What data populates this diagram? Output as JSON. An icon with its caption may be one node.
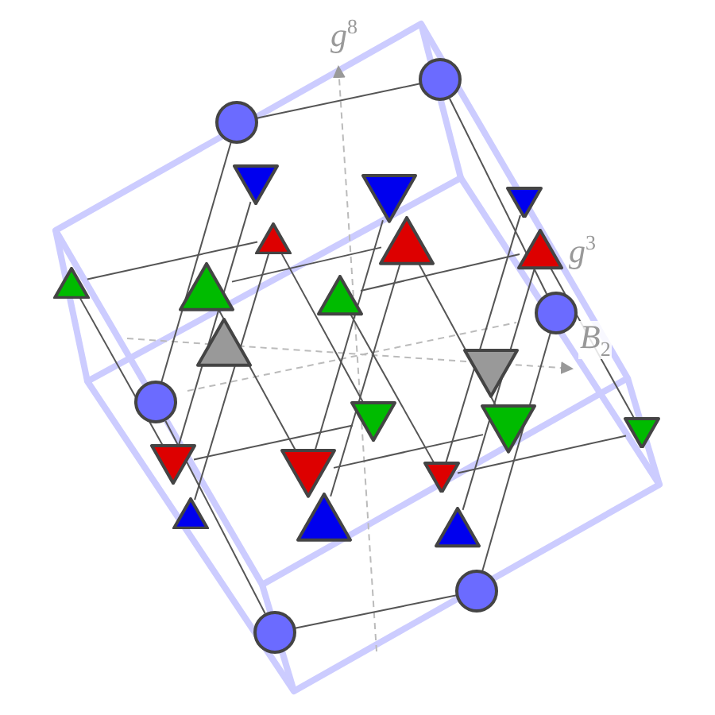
{
  "diagram": {
    "nodes": [
      {
        "text": [],
        "shape": "circle"
      },
      {
        "text": [],
        "shape": "circle"
      },
      {
        "text": [],
        "shape": "circle"
      },
      {
        "text": [],
        "shape": "circle"
      },
      {
        "text": [],
        "shape": "circle"
      },
      {
        "text": [],
        "shape": "circle"
      },
      {
        "text": [],
        "shape": "triangle"
      },
      {
        "text": [],
        "shape": "triangle"
      },
      {
        "text": [],
        "shape": "triangle"
      },
      {
        "text": [],
        "shape": "triangle"
      },
      {
        "text": [],
        "shape": "triangle"
      },
      {
        "text": [],
        "shape": "triangle"
      },
      {
        "text": [],
        "shape": "triangle"
      },
      {
        "text": [],
        "shape": "triangle"
      },
      {
        "text": [],
        "shape": "triangle"
      },
      {
        "text": [],
        "shape": "triangle"
      },
      {
        "text": [],
        "shape": "triangle"
      },
      {
        "text": [],
        "shape": "triangle"
      },
      {
        "text": [],
        "shape": "triangle"
      },
      {
        "text": [],
        "shape": "triangle"
      },
      {
        "text": [],
        "shape": "triangle"
      },
      {
        "text": [],
        "shape": "triangle"
      },
      {
        "text": [],
        "shape": "triangle"
      },
      {
        "text": [],
        "shape": "triangle"
      },
      {
        "text": [],
        "shape": "triangle"
      },
      {
        "text": [],
        "shape": "triangle"
      }
    ],
    "edges": [
      {
        "from": 0,
        "to": 1,
        "arrow": "none"
      },
      {
        "from": 4,
        "to": 5,
        "arrow": "none"
      },
      {
        "from": 12,
        "to": 9,
        "arrow": "none"
      },
      {
        "from": 13,
        "to": 10,
        "arrow": "none"
      },
      {
        "from": 14,
        "to": 11,
        "arrow": "none"
      },
      {
        "from": 20,
        "to": 17,
        "arrow": "none"
      },
      {
        "from": 21,
        "to": 18,
        "arrow": "none"
      },
      {
        "from": 22,
        "to": 19,
        "arrow": "none"
      },
      {
        "from": 1,
        "to": 2,
        "arrow": "none"
      },
      {
        "from": 3,
        "to": 4,
        "arrow": "none"
      },
      {
        "from": 12,
        "to": 20,
        "arrow": "none"
      },
      {
        "from": 13,
        "to": 21,
        "arrow": "none"
      },
      {
        "from": 14,
        "to": 22,
        "arrow": "none"
      },
      {
        "from": 9,
        "to": 17,
        "arrow": "none"
      },
      {
        "from": 10,
        "to": 18,
        "arrow": "none"
      },
      {
        "from": 11,
        "to": 19,
        "arrow": "none"
      },
      {
        "from": 0,
        "to": 3,
        "arrow": "none"
      },
      {
        "from": 2,
        "to": 5,
        "arrow": "none"
      },
      {
        "from": 23,
        "to": 9,
        "arrow": "none"
      },
      {
        "from": 20,
        "to": 6,
        "arrow": "none"
      },
      {
        "from": 24,
        "to": 10,
        "arrow": "none"
      },
      {
        "from": 21,
        "to": 7,
        "arrow": "none"
      },
      {
        "from": 25,
        "to": 11,
        "arrow": "none"
      },
      {
        "from": 22,
        "to": 8,
        "arrow": "none"
      }
    ],
    "labels": [
      "g$^{8}$",
      "g$^{3}$",
      "B$_{2}$"
    ]
  }
}
